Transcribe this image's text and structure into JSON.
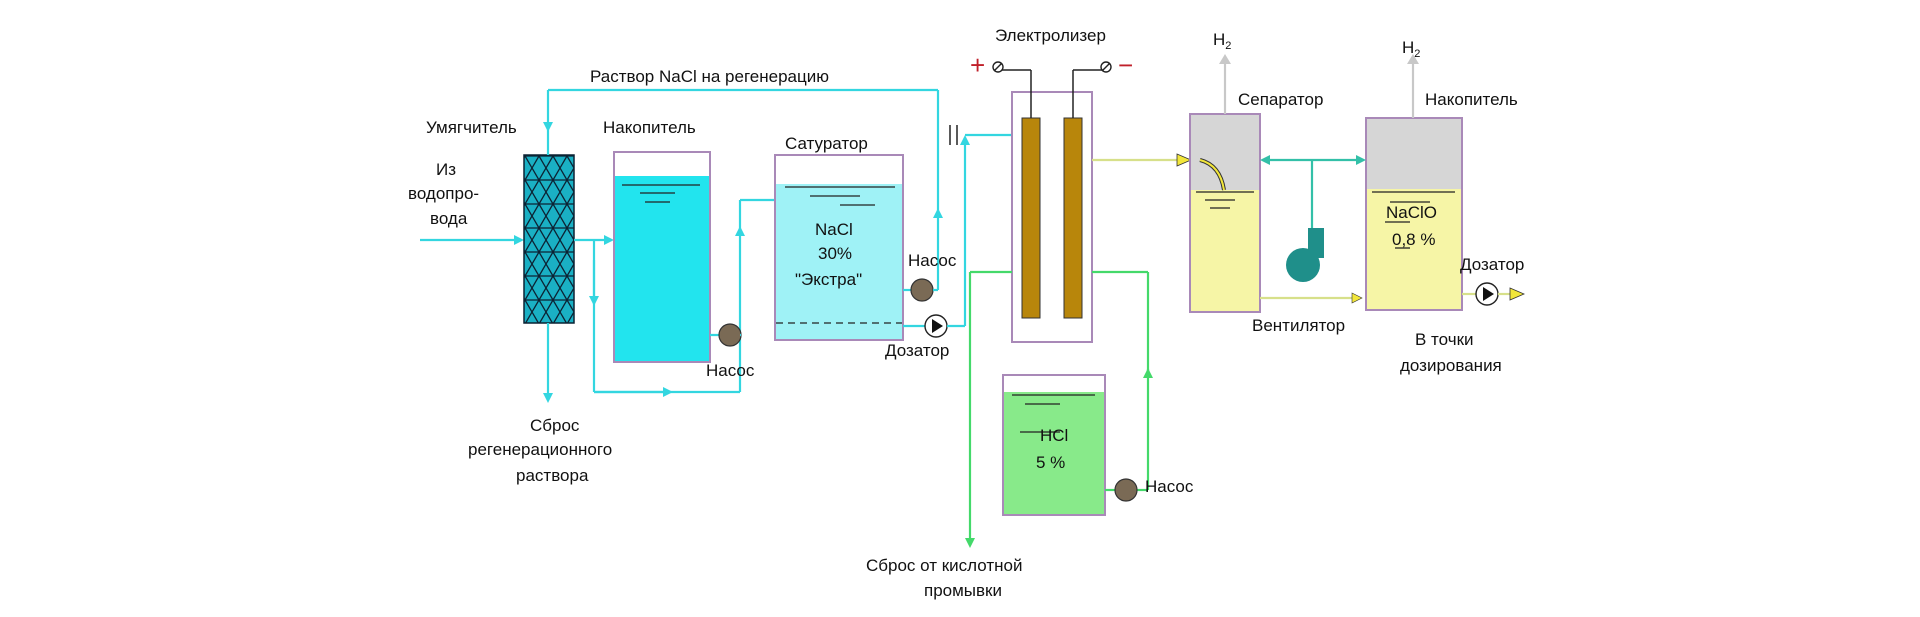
{
  "labels": {
    "softener": "Умягчитель",
    "from_water_1": "Из",
    "from_water_2": "водопро-",
    "from_water_3": "вода",
    "nacl_regen": "Раствор NaCl на регенерацию",
    "accumulator1": "Накопитель",
    "saturator": "Сатуратор",
    "nacl_1": "NaCl",
    "nacl_2": "30%",
    "nacl_3": "\"Экстра\"",
    "pump_saturator": "Насос",
    "pump_accumulator": "Насос",
    "dosing_pump_left": "Дозатор",
    "regen_drop_1": "Сброс",
    "regen_drop_2": "регенерационного",
    "regen_drop_3": "раствора",
    "electrolyzer": "Электролизер",
    "plus": "+",
    "minus": "−",
    "separator": "Сепаратор",
    "h2_left": "H",
    "h2_left_sub": "2",
    "h2_right": "H",
    "h2_right_sub": "2",
    "accumulator2": "Накопитель",
    "naclo_1": "NaClO",
    "naclo_2": "0,8 %",
    "dosing_pump_right": "Дозатор",
    "fan": "Вентилятор",
    "dosing_points_1": "В точки",
    "dosing_points_2": "дозирования",
    "hcl_1": "HCl",
    "hcl_2": "5 %",
    "pump_hcl": "Насос",
    "acid_drop_1": "Сброс от кислотной",
    "acid_drop_2": "промывки"
  },
  "colors": {
    "water_pipe": "#33d6e0",
    "acid_pipe": "#44d96a",
    "product_pipe": "#d7e08a",
    "water_tank": "#22e4ee",
    "saturator_fill": "#9ff2f6",
    "hcl_fill": "#88ea8a",
    "naclo_fill": "#f6f5a6",
    "gas_space": "#d6d6d6",
    "electrode": "#b8860b"
  }
}
